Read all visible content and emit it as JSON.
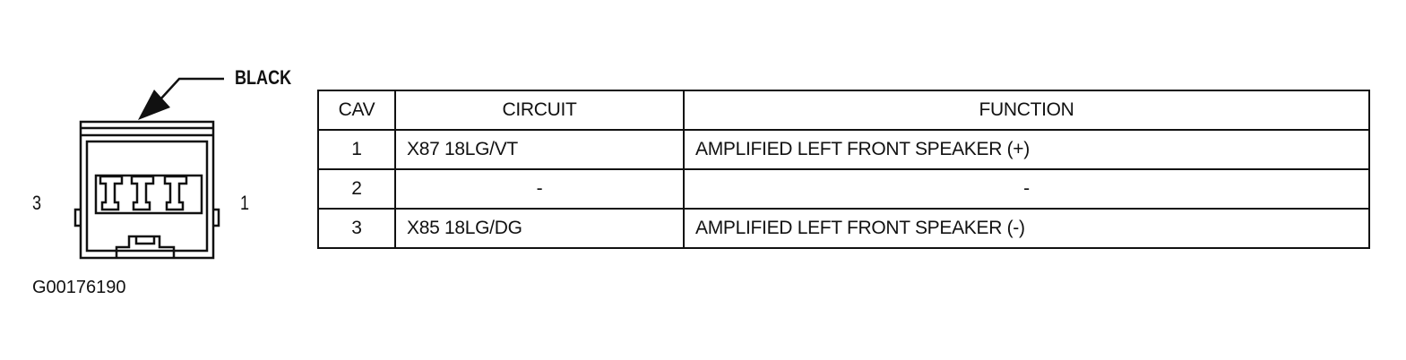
{
  "connector": {
    "color_label": "BLACK",
    "pin_left_label": "3",
    "pin_right_label": "1",
    "figure_id": "G00176190"
  },
  "table": {
    "headers": {
      "cav": "CAV",
      "circuit": "CIRCUIT",
      "function": "FUNCTION"
    },
    "rows": [
      {
        "cav": "1",
        "circuit": "X87 18LG/VT",
        "function": "AMPLIFIED LEFT FRONT SPEAKER (+)"
      },
      {
        "cav": "2",
        "circuit": "-",
        "function": "-"
      },
      {
        "cav": "3",
        "circuit": "X85 18LG/DG",
        "function": "AMPLIFIED LEFT FRONT SPEAKER (-)"
      }
    ]
  }
}
